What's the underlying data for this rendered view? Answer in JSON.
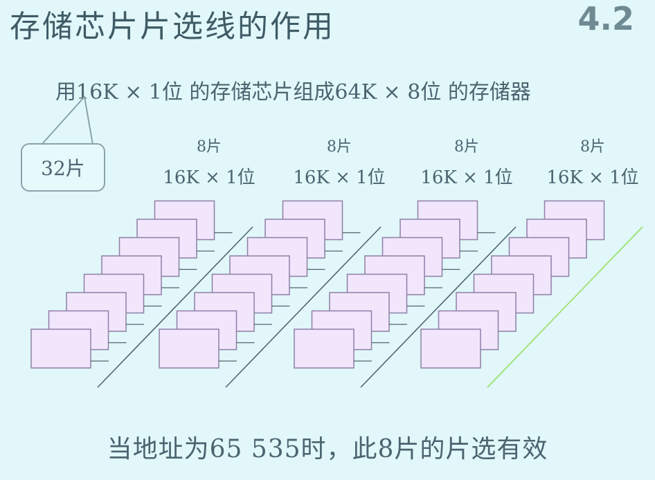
{
  "title": "存储芯片片选线的作用",
  "section": "4.2",
  "subtitle": "用16K × 1位 的存储芯片组成64K × 8位 的存储器",
  "callout": "32片",
  "groups": [
    {
      "count": "8片",
      "spec": "16K × 1位"
    },
    {
      "count": "8片",
      "spec": "16K × 1位"
    },
    {
      "count": "8片",
      "spec": "16K × 1位"
    },
    {
      "count": "8片",
      "spec": "16K × 1位"
    }
  ],
  "chips_per_group": 8,
  "active_group": 4,
  "colors": {
    "chip_fill": "#f1e6fb",
    "chip_stroke": "#8e7fa6",
    "line": "#4f6570",
    "active_line": "#a6e27f"
  },
  "footer": "当地址为65 535时，此8片的片选有效"
}
